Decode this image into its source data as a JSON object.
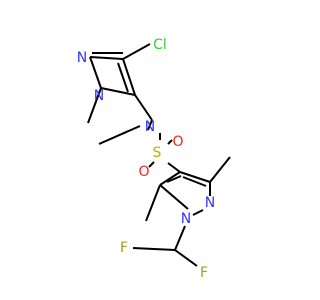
{
  "molecule": {
    "colors": {
      "bond": "#000000",
      "nitrogen": "#3333ff",
      "chlorine": "#33cc33",
      "sulfur": "#b2b200",
      "oxygen": "#ff2020",
      "fluorine": "#a0a020"
    },
    "atoms": [
      {
        "id": "cl",
        "text": "Cl",
        "color": "chlorine"
      },
      {
        "id": "n1",
        "text": "N",
        "color": "nitrogen"
      },
      {
        "id": "n2",
        "text": "N",
        "color": "nitrogen"
      },
      {
        "id": "n3",
        "text": "N",
        "color": "nitrogen"
      },
      {
        "id": "s",
        "text": "S",
        "color": "sulfur"
      },
      {
        "id": "o1",
        "text": "O",
        "color": "oxygen"
      },
      {
        "id": "o2",
        "text": "O",
        "color": "oxygen"
      },
      {
        "id": "n4",
        "text": "N",
        "color": "nitrogen"
      },
      {
        "id": "n5",
        "text": "N",
        "color": "nitrogen"
      },
      {
        "id": "f1",
        "text": "F",
        "color": "fluorine"
      },
      {
        "id": "f2",
        "text": "F",
        "color": "fluorine"
      }
    ]
  }
}
